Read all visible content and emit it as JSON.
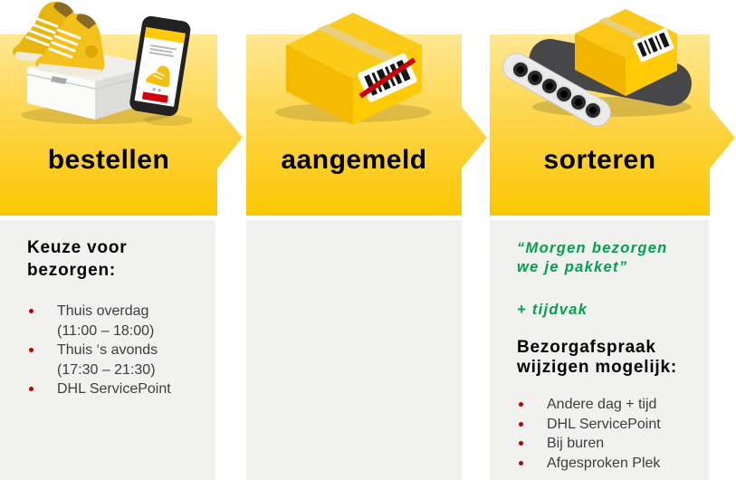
{
  "brand": {
    "yellow": "#FCC800",
    "yellow_light": "#FFE893",
    "green": "#00A04E",
    "bullet_red": "#C00000",
    "panel_gray": "#F1F1F0"
  },
  "columns": [
    {
      "id": "bestellen",
      "label": "bestellen",
      "illustration": "shoes-and-phone",
      "panel": {
        "heading_lines": [
          "Keuze voor",
          "bezorgen:"
        ],
        "bullets": [
          {
            "lines": [
              "Thuis overdag",
              "(11:00 – 18:00)"
            ]
          },
          {
            "lines": [
              "Thuis ‘s avonds",
              "(17:30 – 21:30)"
            ]
          },
          {
            "lines": [
              "DHL ServicePoint"
            ]
          }
        ]
      }
    },
    {
      "id": "aangemeld",
      "label": "aangemeld",
      "illustration": "parcel-with-crossed-barcode",
      "panel": {}
    },
    {
      "id": "sorteren",
      "label": "sorteren",
      "illustration": "parcel-on-conveyor",
      "panel": {
        "quote_lines": [
          "“Morgen bezorgen",
          "we je pakket”"
        ],
        "quote_extra": "+ tijdvak",
        "heading_lines": [
          "Bezorgafspraak",
          "wijzigen mogelijk:"
        ],
        "bullets": [
          {
            "lines": [
              "Andere dag + tijd"
            ]
          },
          {
            "lines": [
              "DHL ServicePoint"
            ]
          },
          {
            "lines": [
              "Bij buren"
            ]
          },
          {
            "lines": [
              "Afgesproken Plek"
            ]
          }
        ]
      }
    }
  ]
}
